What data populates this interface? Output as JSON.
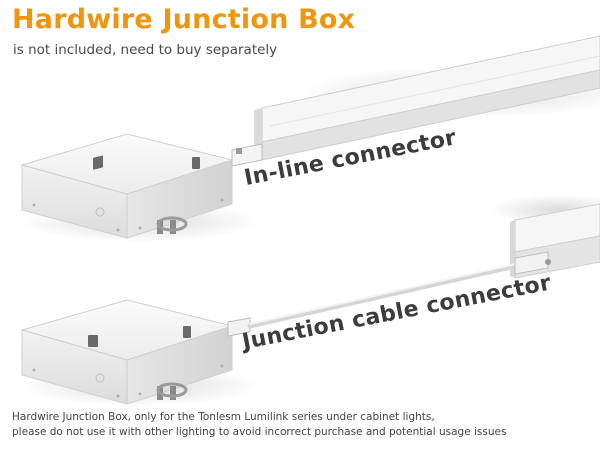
{
  "title": "Hardwire Junction Box",
  "subtitle": "is not included, need to buy separately",
  "labels": {
    "inline": "In-line connector",
    "cable": "Junction cable connector"
  },
  "note": {
    "line1": "Hardwire Junction Box, only for the Tonlesm Lumilink series under cabinet lights,",
    "line2": "please do not use it with other lighting to avoid incorrect purchase and potential usage issues"
  },
  "colors": {
    "accent": "#f0950e",
    "text": "#3c3c3c"
  }
}
